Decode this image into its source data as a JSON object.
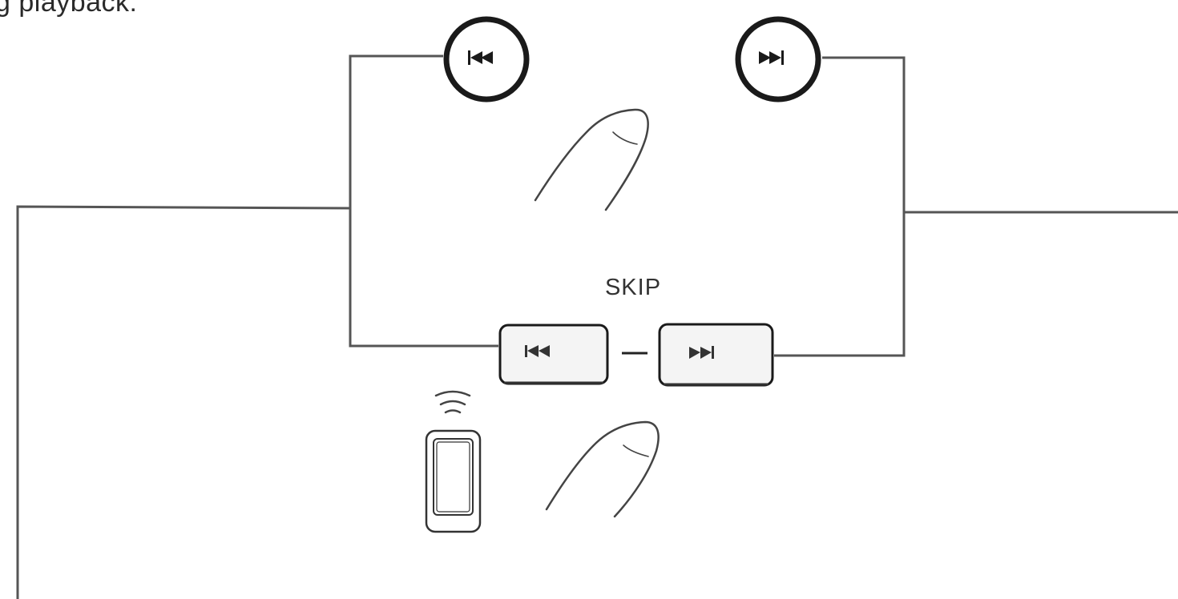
{
  "caption": {
    "text": "g playback:"
  },
  "diagram": {
    "skip_label": "SKIP",
    "controls": [
      {
        "id": "remote-previous",
        "icon": "skip-previous-icon",
        "shape": "circle"
      },
      {
        "id": "remote-next",
        "icon": "skip-next-icon",
        "shape": "circle"
      },
      {
        "id": "device-previous",
        "icon": "skip-previous-icon",
        "shape": "rounded-key"
      },
      {
        "id": "device-next",
        "icon": "skip-next-icon",
        "shape": "rounded-key"
      }
    ],
    "illustrations": [
      "finger-press-icon",
      "finger-press-icon",
      "phone-remote-icon",
      "wireless-signal-icon"
    ],
    "colors": {
      "line": "#555555",
      "stroke": "#1a1a1a",
      "key_fill": "#f4f4f4"
    }
  }
}
